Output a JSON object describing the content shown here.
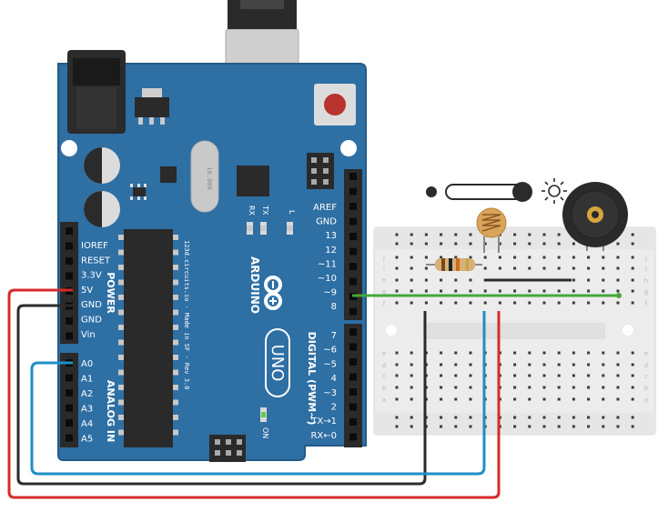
{
  "board": {
    "power_pins": [
      "IOREF",
      "RESET",
      "3.3V",
      "5V",
      "GND",
      "GND",
      "Vin"
    ],
    "power_title": "POWER",
    "analog_pins": [
      "A0",
      "A1",
      "A2",
      "A3",
      "A4",
      "A5"
    ],
    "analog_title": "ANALOG IN",
    "digital_pins_top": [
      "AREF",
      "GND",
      "13",
      "12",
      "~11",
      "~10",
      "~9",
      "8"
    ],
    "digital_pins_bottom": [
      "7",
      "~6",
      "~5",
      "4",
      "~3",
      "2",
      "TX→1",
      "RX←0"
    ],
    "digital_title": "DIGITAL (PWM~)",
    "brand": "ARDUINO",
    "model": "UNO",
    "led_labels": [
      "RX",
      "TX",
      "L"
    ],
    "on_label": "ON",
    "credit": "123d.circuits.io - Made in SF - Rev 3.0",
    "crystal": "16.000"
  },
  "breadboard": {
    "row_letters": [
      "a",
      "b",
      "c",
      "d",
      "e",
      "f",
      "g",
      "h",
      "i",
      "j"
    ],
    "colors": {
      "body": "#eeeeee",
      "hole": "#3a3a3a"
    }
  },
  "components": [
    "arduino-uno",
    "photoresistor",
    "resistor",
    "piezo-buzzer",
    "breadboard",
    "light-slider"
  ],
  "wire_colors": {
    "red": "#d62b2b",
    "black": "#2b2b2b",
    "blue": "#1f8fc6",
    "green": "#46a83a"
  }
}
